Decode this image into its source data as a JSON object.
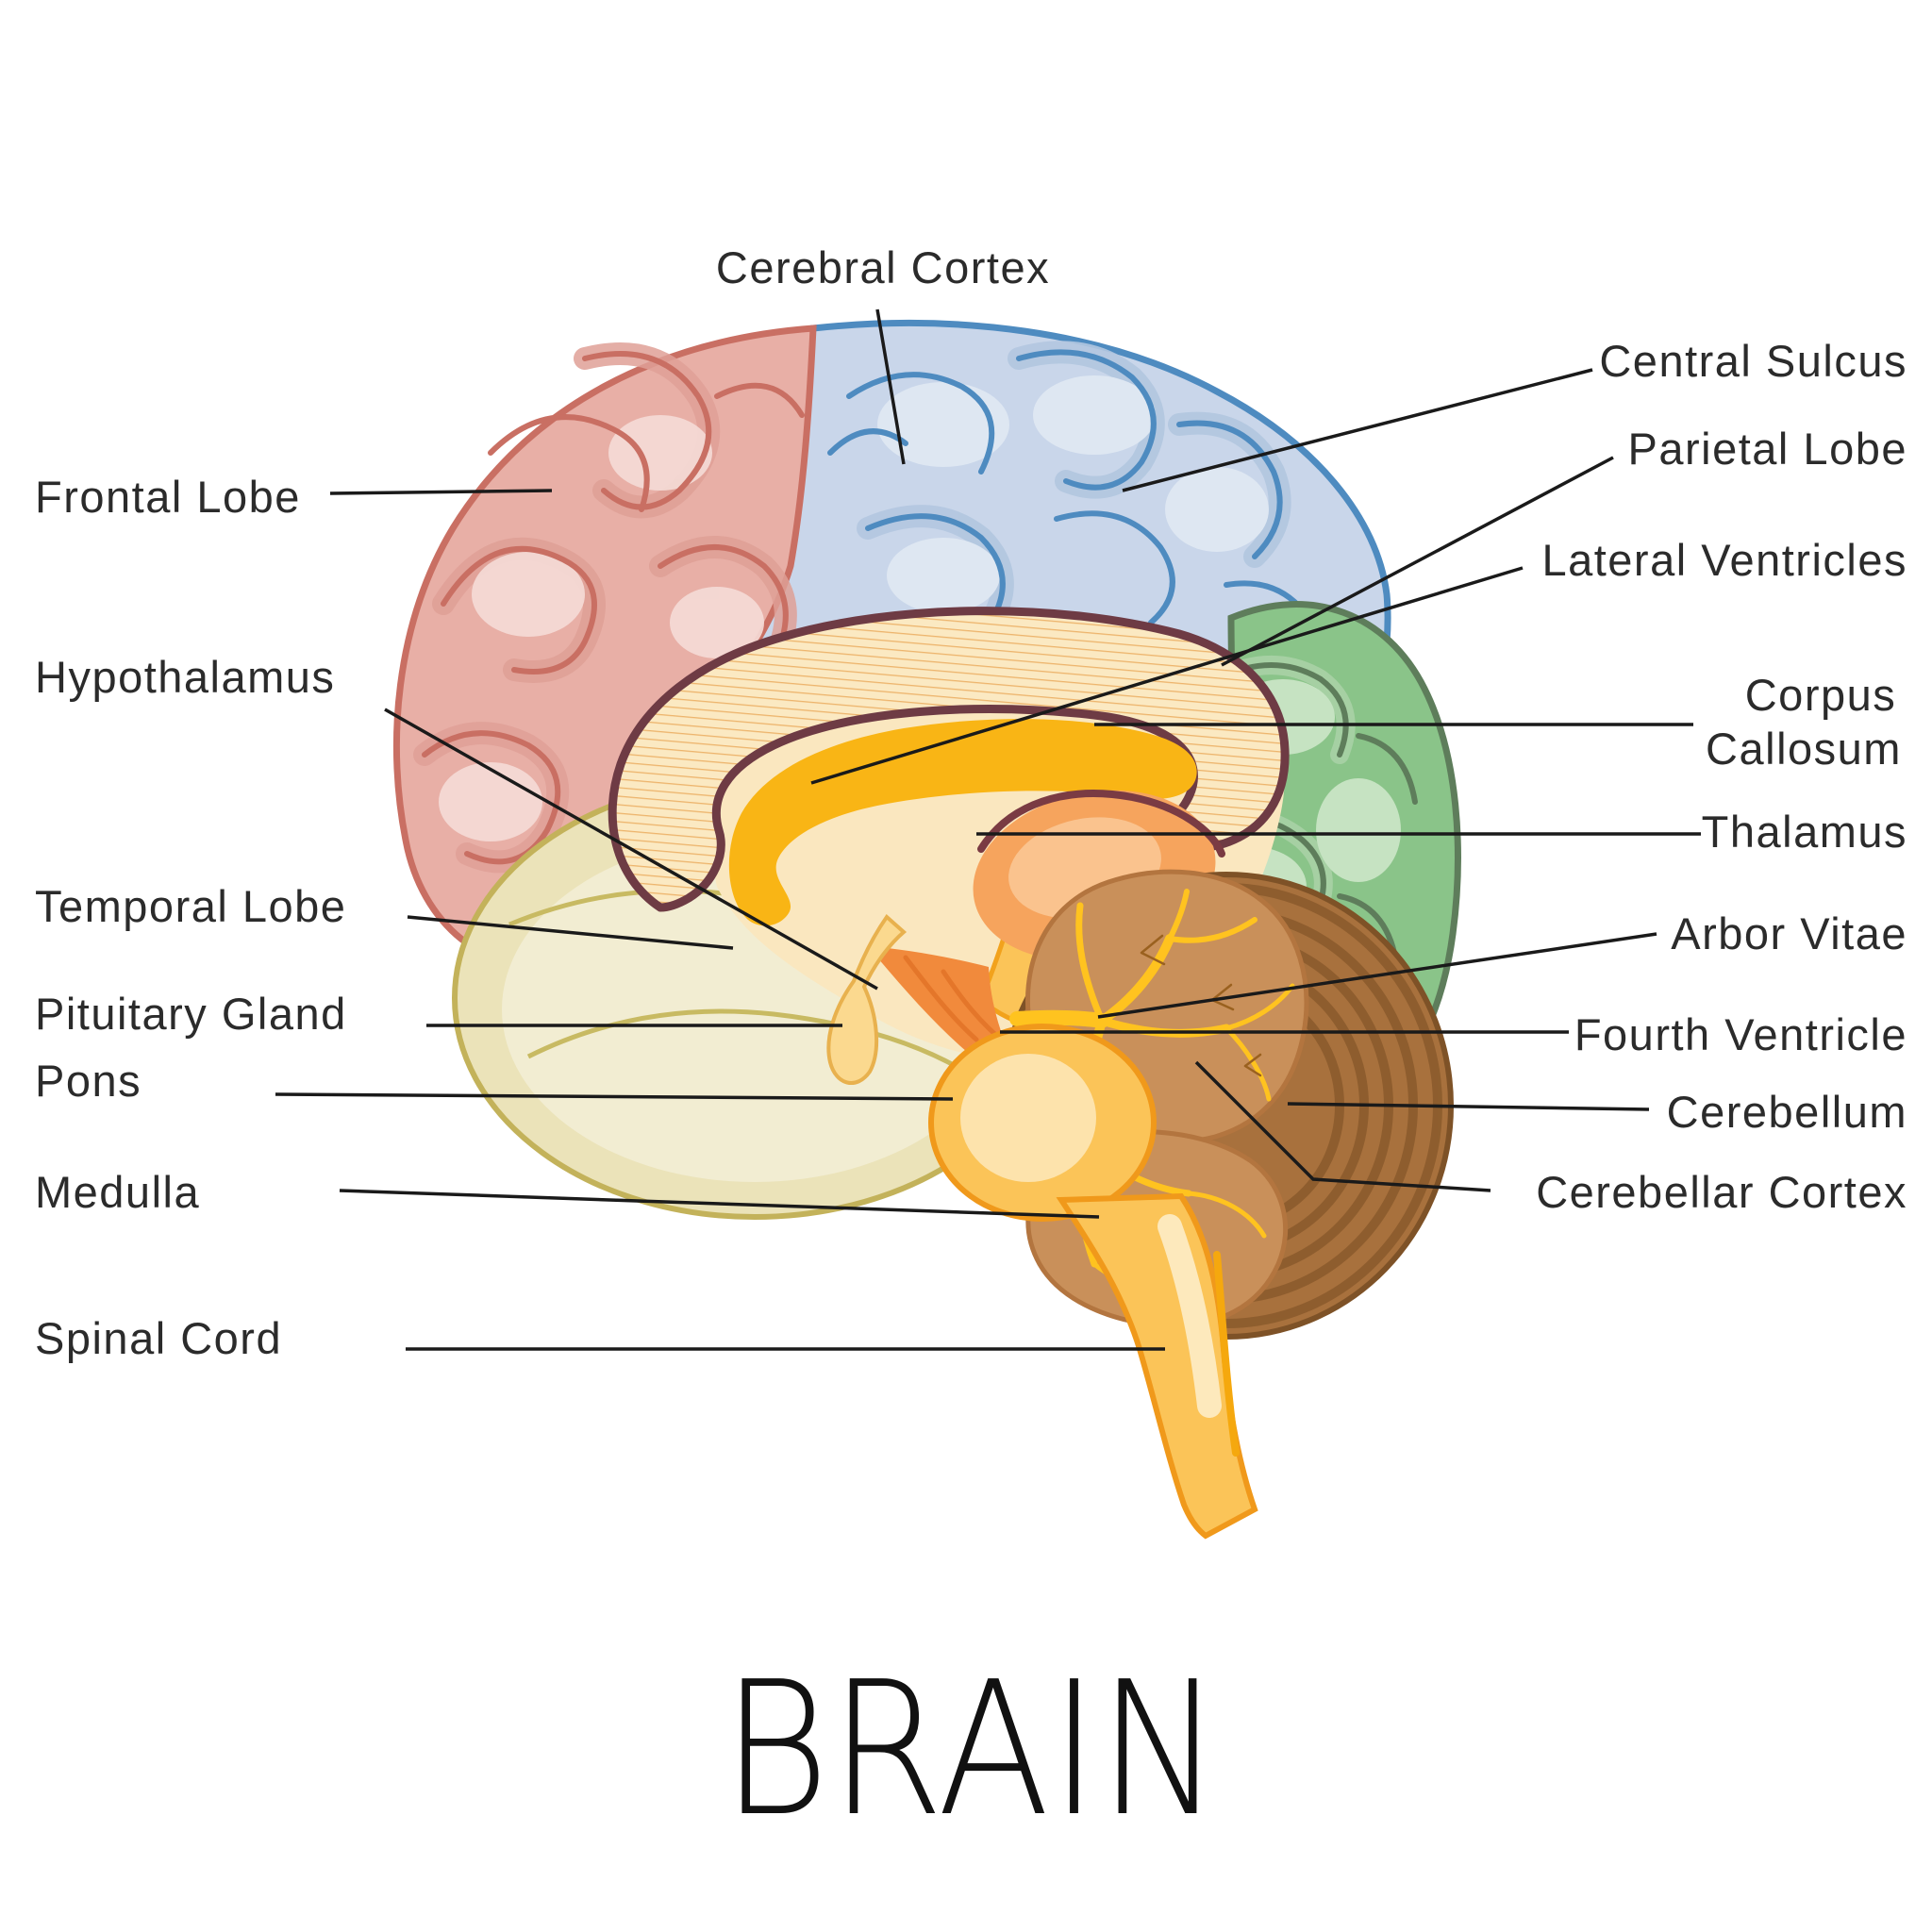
{
  "title": "BRAIN",
  "labels": {
    "top": {
      "text": "Cerebral Cortex"
    },
    "left": [
      {
        "text": "Frontal Lobe"
      },
      {
        "text": "Hypothalamus"
      },
      {
        "text": "Temporal Lobe"
      },
      {
        "text": "Pituitary Gland"
      },
      {
        "text": "Pons"
      },
      {
        "text": "Medulla"
      },
      {
        "text": "Spinal Cord"
      }
    ],
    "right": [
      {
        "text": "Central Sulcus"
      },
      {
        "text": "Parietal Lobe"
      },
      {
        "text": "Lateral Ventricles"
      },
      {
        "line1": "Corpus",
        "line2": "Callosum"
      },
      {
        "text": "Thalamus"
      },
      {
        "text": "Arbor Vitae"
      },
      {
        "text": "Fourth Ventricle"
      },
      {
        "text": "Cerebellum"
      },
      {
        "text": "Cerebellar Cortex"
      }
    ]
  },
  "colors": {
    "frontal_lobe": "#E8AFA6",
    "frontal_outline": "#C96F63",
    "parietal_lobe": "#C9D6EA",
    "parietal_outline": "#4E8BC0",
    "occipital_lobe": "#8AC489",
    "occipital_outline": "#5E7D5B",
    "temporal_lobe": "#EBE3B9",
    "temporal_outline": "#C3B25A",
    "corpus_callosum_band": "#FBE9C2",
    "corpus_callosum_outline": "#6E3B44",
    "lateral_ventricle_gold": "#F9B515",
    "thalamus": "#F6A45D",
    "hypothalamus_orange": "#F18A3C",
    "cerebellum_disc": "#A8713D",
    "cerebellum_ribs": "#8A5A2C",
    "cerebellum_lobe": "#C9905A",
    "arbor_vitae": "#FFC31F",
    "brainstem": "#FBC458",
    "brainstem_outline": "#F0991B",
    "pituitary": "#FBD98F",
    "pointer_line": "#1A1A1A",
    "label_text": "#2B2B2B"
  }
}
